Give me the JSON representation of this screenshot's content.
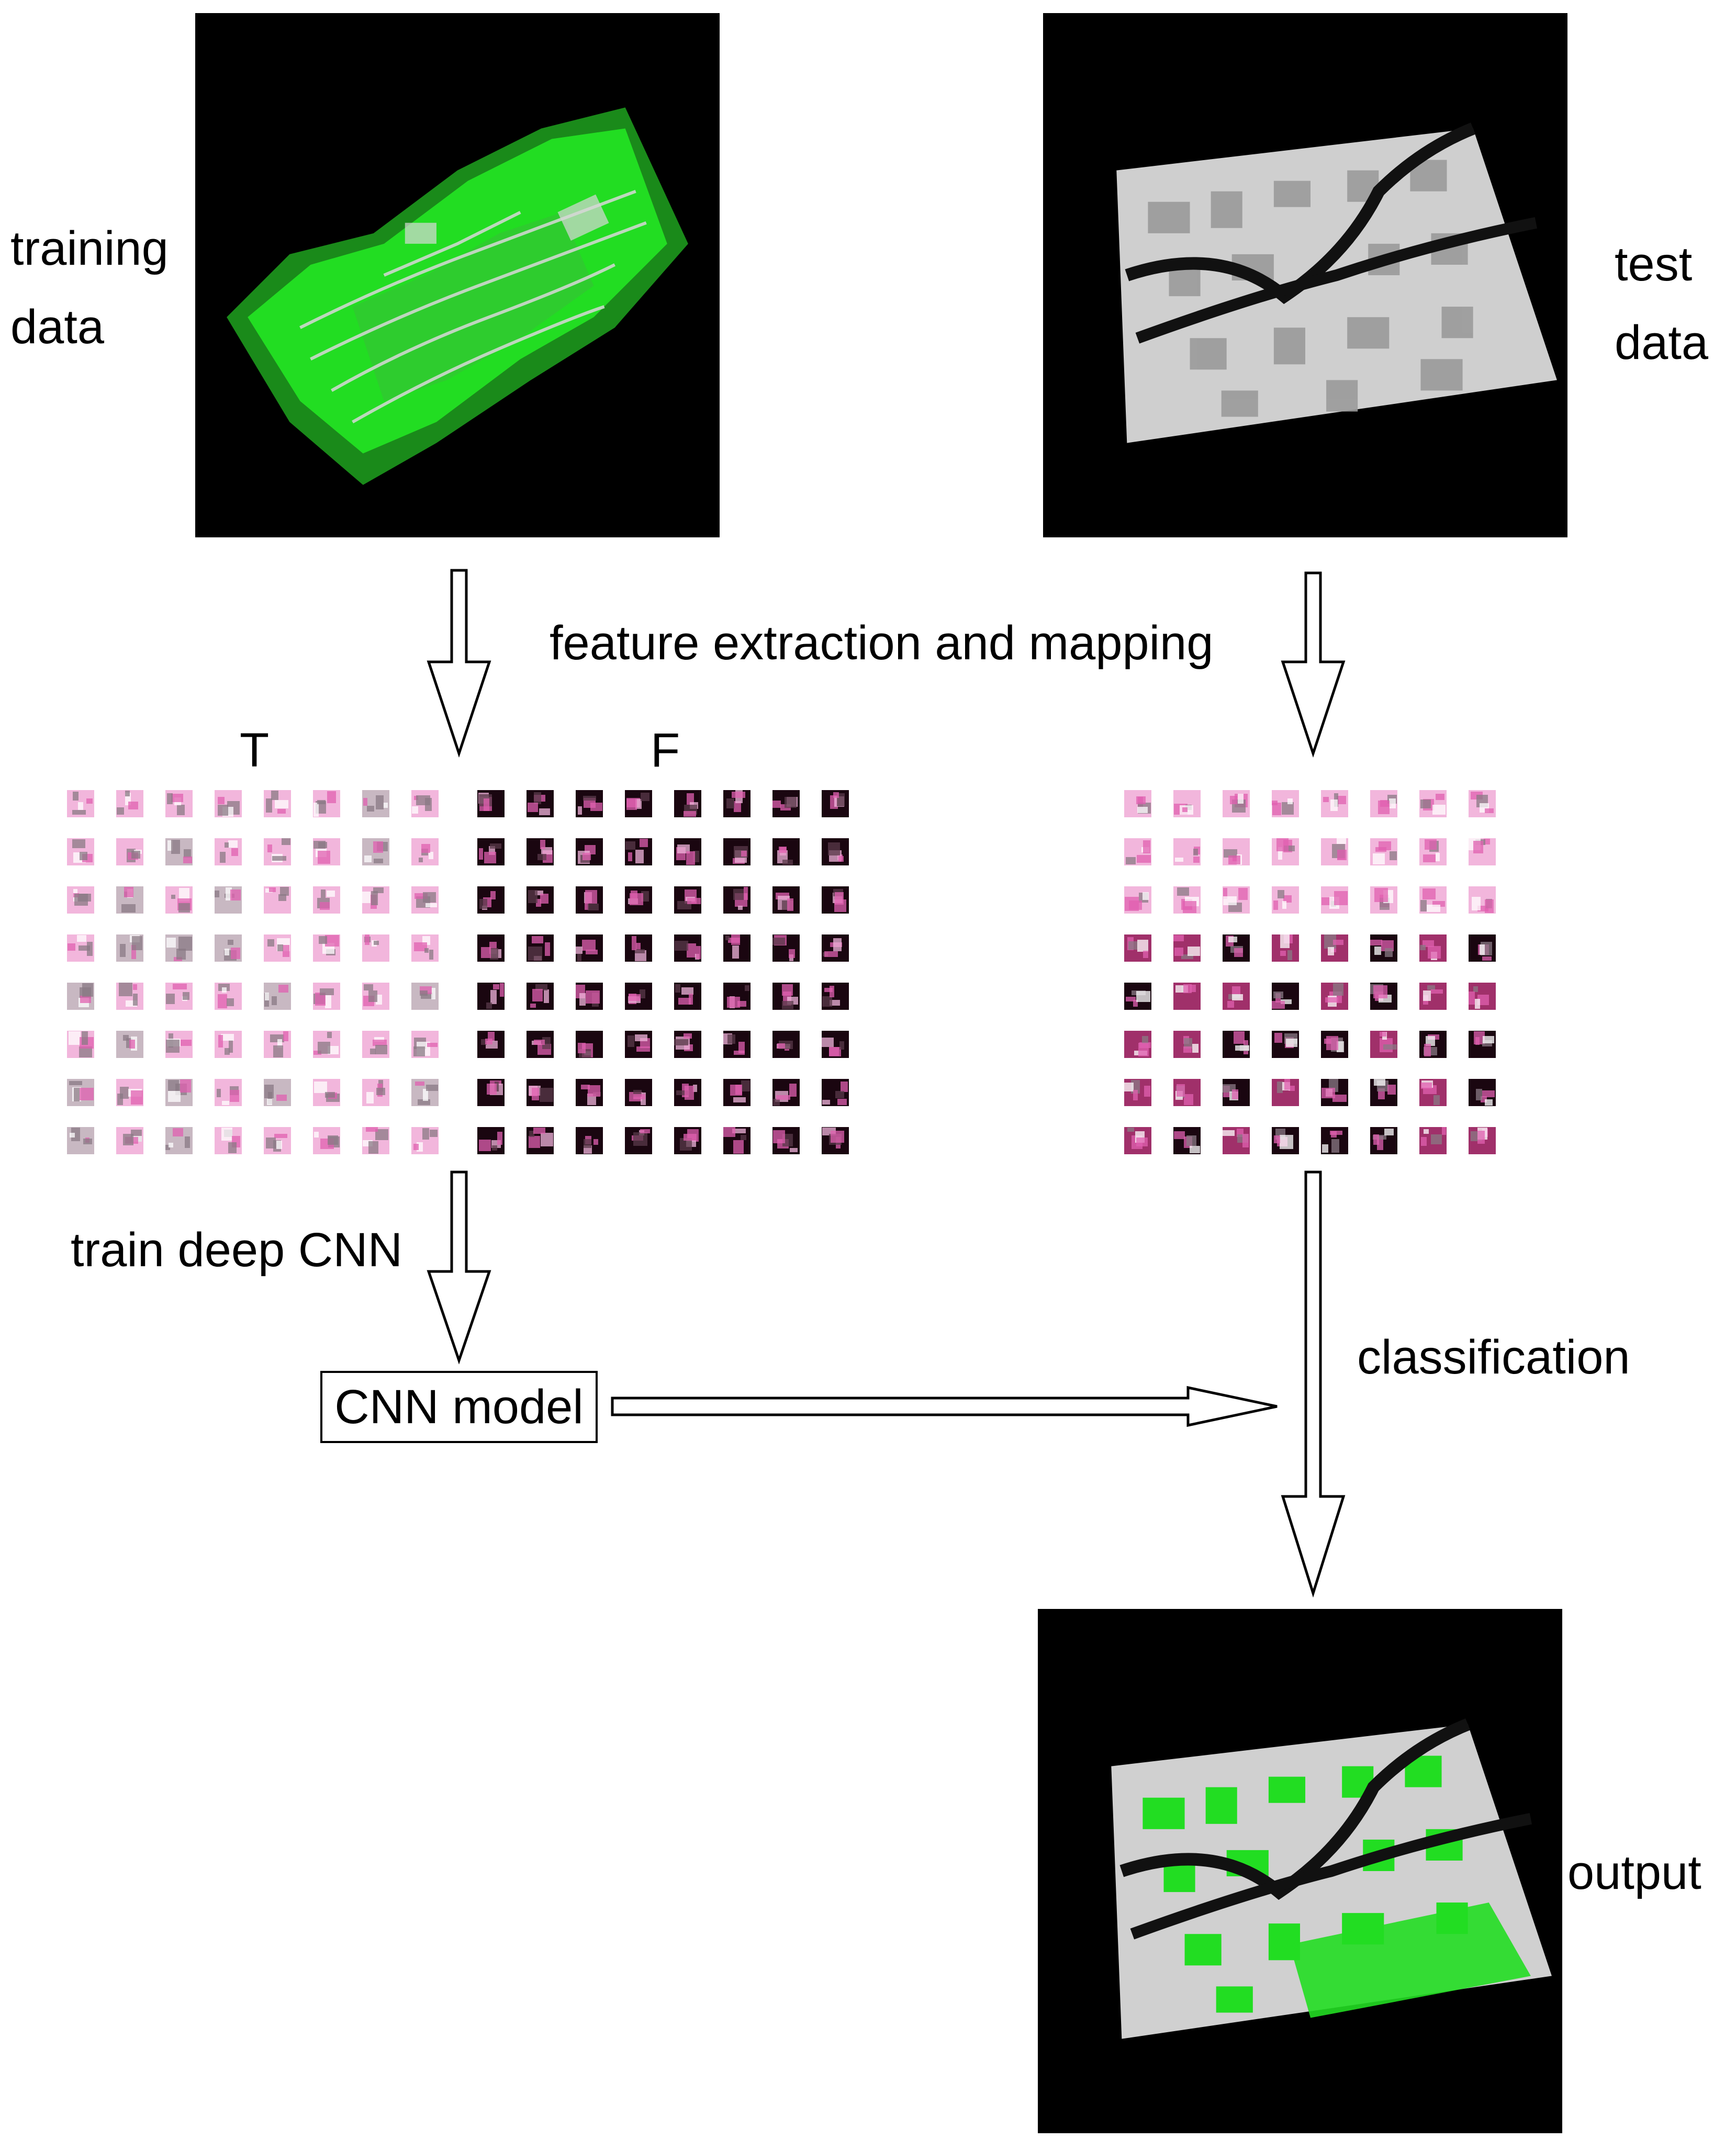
{
  "labels": {
    "training": [
      "training",
      "data"
    ],
    "test": [
      "test",
      "data"
    ],
    "feature": "feature extraction and mapping",
    "true_class": "T",
    "false_class": "F",
    "train_cnn": "train deep CNN",
    "model": "CNN model",
    "classification": "classification",
    "output": "output"
  },
  "colors": {
    "background": "#ffffff",
    "panel": "#000000",
    "vegetation": "#22dd22",
    "terrain": "#d8d8d8",
    "patch_light": "#f2b6dc",
    "patch_pink": "#e060b0",
    "patch_dark": "#1a0610",
    "patch_gray": "#8a7a84",
    "arrow": "#000000"
  },
  "icons": {
    "training_panel": "lidar-point-cloud-vegetation",
    "test_panel": "lidar-point-cloud-urban",
    "output_panel": "classified-point-cloud",
    "arrow": "hollow-arrow"
  },
  "grids": {
    "true_samples": {
      "rows": 8,
      "cols": 8,
      "tone": "light"
    },
    "false_samples": {
      "rows": 8,
      "cols": 8,
      "tone": "dark"
    },
    "test_samples": {
      "rows": 8,
      "cols": 8,
      "tone": "mixed"
    }
  }
}
